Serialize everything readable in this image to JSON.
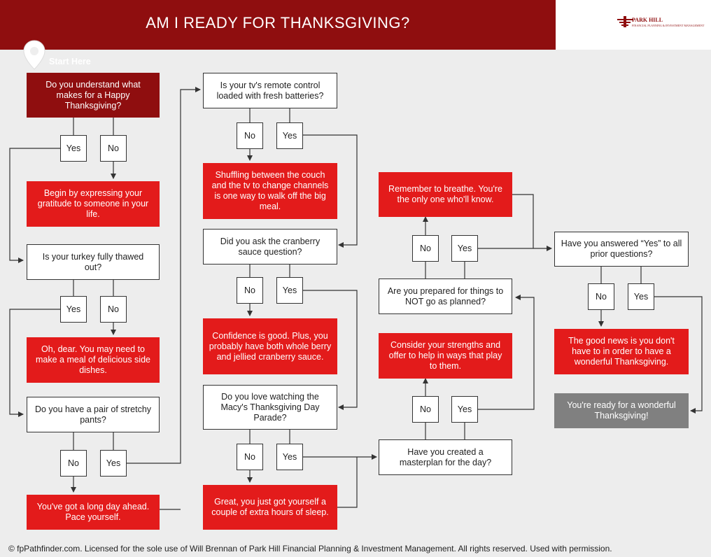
{
  "header": {
    "title": "AM I READY FOR THANKSGIVING?"
  },
  "logo": {
    "name": "PARK HILL",
    "sub": "FINANCIAL PLANNING & INVESTMENT MANAGEMENT"
  },
  "start_label": "Start Here",
  "col1": {
    "q1": "Do you understand what makes for a Happy Thanksgiving?",
    "r1": "Begin by expressing your gratitude to someone in your life.",
    "q2": "Is your turkey fully thawed out?",
    "r2": "Oh, dear. You may need to make a meal of delicious side dishes.",
    "q3": "Do you have a pair of stretchy pants?",
    "r3": "You've got a long day ahead. Pace yourself."
  },
  "col2": {
    "q1": "Is your tv's remote control loaded with fresh batteries?",
    "r1": "Shuffling between the couch and the tv to change channels is one way to walk off the big meal.",
    "q2": "Did you ask the cranberry sauce question?",
    "r2": "Confidence is good. Plus, you probably have both whole berry and jellied cranberry sauce.",
    "q3": "Do you love watching the Macy's Thanksgiving Day Parade?",
    "r3": "Great, you just got yourself a couple of extra hours of sleep."
  },
  "col3": {
    "r_top": "Remember to breathe. You're the only one who'll know.",
    "q_top": "Are you prepared for things to NOT go as planned?",
    "r_mid": "Consider your strengths and offer to help in ways that play to them.",
    "q_bot": "Have you created a masterplan for the day?"
  },
  "col4": {
    "q": "Have you answered “Yes” to all prior questions?",
    "r": "The good news is you don't have to in order to have a wonderful Thanksgiving.",
    "final": "You're ready for a wonderful Thanksgiving!"
  },
  "answers": {
    "yes": "Yes",
    "no": "No"
  },
  "footer": "© fpPathfinder.com. Licensed for the sole use of Will Brennan of Park Hill Financial Planning & Investment Management. All rights reserved. Used with permission.",
  "colors": {
    "dark_red": "#8f0e0f",
    "red": "#e31b1b",
    "gray": "#808080"
  },
  "icons": [
    "map-pin-icon",
    "park-hill-logo-icon"
  ]
}
